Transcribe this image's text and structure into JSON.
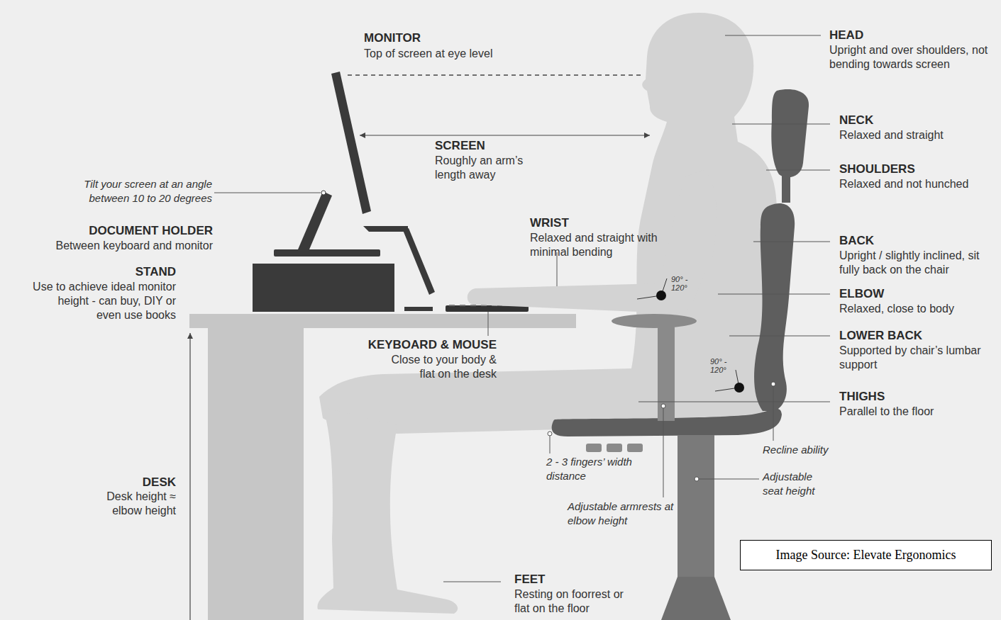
{
  "diagram": {
    "nodes": [
      {
        "text": [
          "Image Source: Elevate Ergonomics"
        ]
      }
    ],
    "edges": [],
    "labels": [
      "MONITOR",
      "Top of screen at eye level",
      "HEAD",
      "Upright and over shoulders, not bending towards screen",
      "SCREEN",
      "Roughly an arm’s length away",
      "NECK",
      "Relaxed and straight",
      "Tilt your screen at an angle between 10 to 20 degrees",
      "SHOULDERS",
      "Relaxed and not hunched",
      "DOCUMENT HOLDER",
      "Between keyboard and monitor",
      "WRIST",
      "Relaxed and straight with minimal bending",
      "BACK",
      "Upright / slightly inclined, sit fully back on the chair",
      "STAND",
      "Use to achieve ideal monitor height - can buy, DIY or even use books",
      "90° - 120°",
      "ELBOW",
      "Relaxed, close to body",
      "KEYBOARD & MOUSE",
      "Close to your body & flat on the desk",
      "LOWER BACK",
      "Supported by chair’s lumbar support",
      "90° - 120°",
      "THIGHS",
      "Parallel to the floor",
      "Recline ability",
      "2 - 3 fingers’ width distance",
      "Adjustable seat height",
      "Adjustable armrests at elbow height",
      "DESK",
      "Desk height ≈ elbow height",
      "FEET",
      "Resting on foorrest or flat on the floor"
    ]
  }
}
